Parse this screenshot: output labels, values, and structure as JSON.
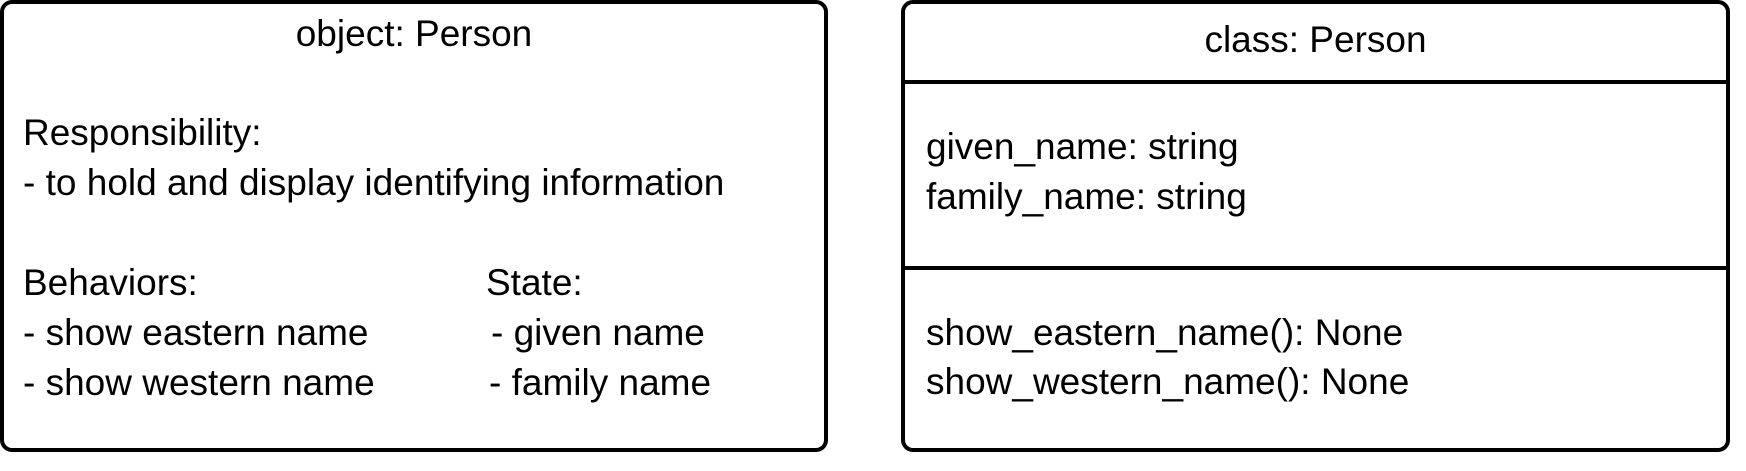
{
  "object_card": {
    "title": "object: Person",
    "responsibility_heading": "Responsibility:",
    "responsibility_item": "- to hold and display identifying information",
    "behaviors_heading": "Behaviors:",
    "behaviors": [
      "- show eastern name",
      "- show western name"
    ],
    "state_heading": "State:",
    "state": [
      "- given name",
      "- family name"
    ]
  },
  "class_card": {
    "title": "class: Person",
    "attributes": [
      "given_name: string",
      "family_name: string"
    ],
    "methods": [
      "show_eastern_name(): None",
      "show_western_name(): None"
    ]
  }
}
